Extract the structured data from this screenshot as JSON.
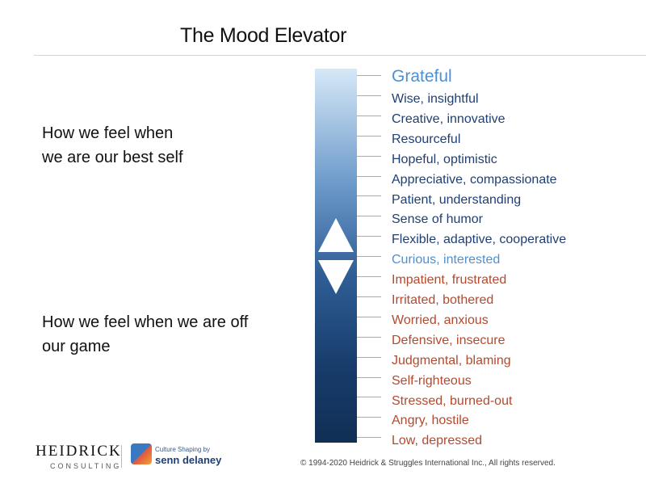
{
  "title": "The Mood Elevator",
  "best_self_text": "How we feel when\nwe are our best self",
  "off_game_text": "How we feel  when we are off\nour game",
  "colors": {
    "top": "#4f90d0",
    "positive": "#1f3f73",
    "curious": "#4f90d0",
    "negative": "#b24a30"
  },
  "levels": [
    {
      "label": "Grateful",
      "tone": "top"
    },
    {
      "label": "Wise, insightful",
      "tone": "positive"
    },
    {
      "label": "Creative, innovative",
      "tone": "positive"
    },
    {
      "label": "Resourceful",
      "tone": "positive"
    },
    {
      "label": "Hopeful, optimistic",
      "tone": "positive"
    },
    {
      "label": "Appreciative, compassionate",
      "tone": "positive"
    },
    {
      "label": "Patient, understanding",
      "tone": "positive"
    },
    {
      "label": "Sense of humor",
      "tone": "positive"
    },
    {
      "label": "Flexible, adaptive, cooperative",
      "tone": "positive"
    },
    {
      "label": "Curious, interested",
      "tone": "curious"
    },
    {
      "label": "Impatient, frustrated",
      "tone": "negative"
    },
    {
      "label": "Irritated, bothered",
      "tone": "negative"
    },
    {
      "label": "Worried, anxious",
      "tone": "negative"
    },
    {
      "label": "Defensive, insecure",
      "tone": "negative"
    },
    {
      "label": "Judgmental, blaming",
      "tone": "negative"
    },
    {
      "label": "Self-righteous",
      "tone": "negative"
    },
    {
      "label": "Stressed, burned-out",
      "tone": "negative"
    },
    {
      "label": "Angry, hostile",
      "tone": "negative"
    },
    {
      "label": "Low, depressed",
      "tone": "negative"
    }
  ],
  "footer": {
    "heidrick": "HEIDRICK",
    "consulting": "CONSULTING",
    "culture_shaping": "Culture Shaping by",
    "senn_delaney": "senn delaney",
    "copyright": "© 1994-2020 Heidrick & Struggles International Inc., All rights reserved."
  }
}
